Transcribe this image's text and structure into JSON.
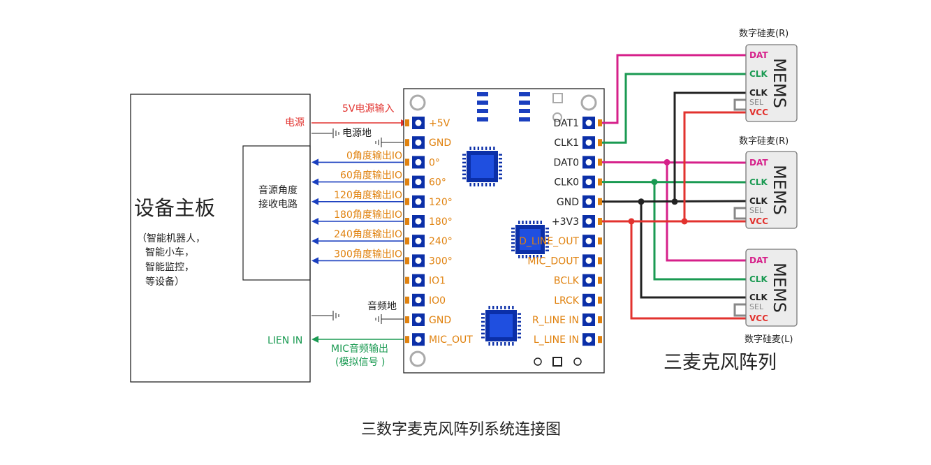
{
  "mainboard": {
    "title": "设备主板",
    "desc": [
      "（智能机器人，",
      "智能小车，",
      "智能监控，",
      "等设备）"
    ]
  },
  "receiver": {
    "lines": [
      "音源角度",
      "接收电路"
    ]
  },
  "labels": {
    "power": "电源",
    "power_in": "5V电源输入",
    "power_gnd": "电源地",
    "audio_gnd": "音频地",
    "line_in": "LIEN IN",
    "mic_out_l1": "MIC音频输出",
    "mic_out_l2": "(模拟信号 )"
  },
  "angle_outputs": [
    "0角度输出IO",
    "60角度输出IO",
    "120角度输出IO",
    "180角度输出IO",
    "240角度输出IO",
    "300角度输出IO"
  ],
  "left_pins": [
    "+5V",
    "GND",
    "0°",
    "60°",
    "120°",
    "180°",
    "240°",
    "300°",
    "IO1",
    "IO0",
    "GND",
    "MIC_OUT"
  ],
  "right_pins": [
    "DAT1",
    "CLK1",
    "DAT0",
    "CLK0",
    "GND",
    "+3V3",
    "D_LINE_OUT",
    "MIC_DOUT",
    "BCLK",
    "LRCK",
    "R_LINE IN",
    "L_LINE IN"
  ],
  "mems": [
    {
      "label": "数字硅麦(R)",
      "chip": "MEMS",
      "pins": [
        "DAT",
        "CLK",
        "CLK",
        "SEL",
        "VCC"
      ]
    },
    {
      "label": "数字硅麦(R)",
      "chip": "MEMS",
      "pins": [
        "DAT",
        "CLK",
        "CLK",
        "SEL",
        "VCC"
      ]
    },
    {
      "label": "数字硅麦(L)",
      "chip": "MEMS",
      "pins": [
        "DAT",
        "CLK",
        "CLK",
        "SEL",
        "VCC"
      ]
    }
  ],
  "array_title": "三麦克风阵列",
  "caption": "三数字麦克风阵列系统连接图",
  "colors": {
    "red": "#e2322e",
    "blue": "#1a3fbf",
    "green": "#1a9a52",
    "magenta": "#d6208a",
    "orange": "#e0820f",
    "navy": "#0b2fa8",
    "black": "#222222"
  }
}
